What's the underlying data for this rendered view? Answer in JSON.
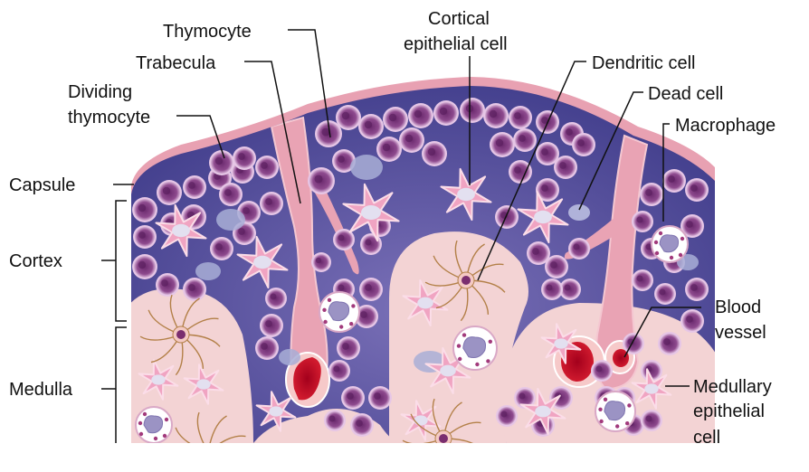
{
  "colors": {
    "capsule": "#e9a6b4",
    "cortex": "#3f3c8c",
    "cortex_light": "#6b62ad",
    "medulla": "#f2d2d2",
    "cell_membrane": "#f2a4c0",
    "thymocyte": "#8c3c8a",
    "blood": "#b1001a",
    "macrophage": "#ffffff"
  },
  "labels": {
    "thymocyte": "Thymocyte",
    "cortical_line1": "Cortical",
    "cortical_line2": "epithelial cell",
    "trabecula": "Trabecula",
    "dendritic": "Dendritic cell",
    "dividing_line1": "Dividing",
    "dividing_line2": "thymocyte",
    "dead_cell": "Dead cell",
    "macrophage": "Macrophage",
    "capsule": "Capsule",
    "cortex": "Cortex",
    "medulla": "Medulla",
    "blood_line1": "Blood",
    "blood_line2": "vessel",
    "medullary_line1": "Medullary",
    "medullary_line2": "epithelial",
    "medullary_line3": "cell"
  }
}
